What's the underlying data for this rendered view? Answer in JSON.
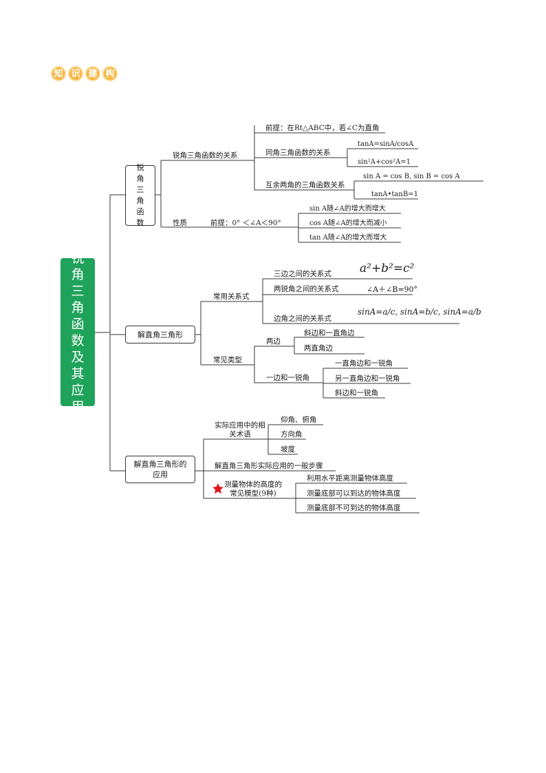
{
  "badge": [
    "知",
    "识",
    "建",
    "构"
  ],
  "root": "锐角三角函数及其应用",
  "branch1": {
    "title": "锐角三角函数",
    "relations": {
      "label": "锐角三角函数的关系",
      "premise": "前提：在Rt△ABC中，若∠C为直角",
      "same_angle": {
        "label": "同角三角函数的关系",
        "items": [
          "tanA=sinA/cosA",
          "sin²A+cos²A=1"
        ]
      },
      "complementary": {
        "label": "互余两角的三角函数关系",
        "items": [
          "sin A = cos B, sin B = cos A",
          "tanA•tanB=1"
        ]
      }
    },
    "property": {
      "label": "性质",
      "premise": "前提：0° ＜∠A＜90°",
      "items": [
        "sin A随∠A的增大而增大",
        "cos A随∠A的增大而减小",
        "tan A随∠A的增大而增大"
      ]
    }
  },
  "branch2": {
    "title": "解直角三角形",
    "common": {
      "label": "常用关系式",
      "items": [
        {
          "label": "三边之间的关系式",
          "formula": "a²+b²=c²"
        },
        {
          "label": "两锐角之间的关系式",
          "formula": "∠A＋∠B=90°"
        },
        {
          "label": "边角之间的关系式",
          "formula": "sinA=a/c, sinA=b/c, sinA=a/b"
        }
      ]
    },
    "types": {
      "label": "常见类型",
      "two_sides": {
        "label": "两边",
        "items": [
          "斜边和一直角边",
          "两直角边"
        ]
      },
      "side_angle": {
        "label": "一边和一锐角",
        "items": [
          "一直角边和一锐角",
          "另一直角边和一锐角",
          "斜边和一锐角"
        ]
      }
    }
  },
  "branch3": {
    "title": "解直角三角形的应用",
    "terms": {
      "label": "实际应用中的相关术语",
      "items": [
        "仰角、俯角",
        "方向角",
        "坡度"
      ]
    },
    "steps": "解直角三角形实际应用的一般步骤",
    "models": {
      "label": "测量物体的高度的常见模型(9种)",
      "items": [
        "利用水平距离测量物体高度",
        "测量底部可以到达的物体高度",
        "测量底部不可到达的物体高度"
      ]
    }
  },
  "colors": {
    "root_bg": "#1fa35a",
    "badge_bg": "#f5b642",
    "star": "#e0161d",
    "line": "#333333"
  }
}
